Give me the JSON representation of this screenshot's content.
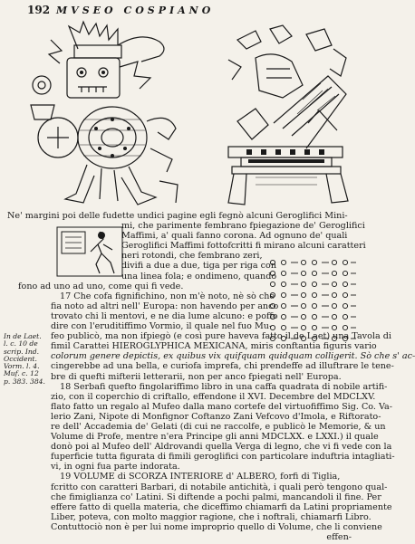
{
  "header": {
    "page_number": "192",
    "running_head": "MVSEO COSPIANO"
  },
  "margin_note": [
    "In de Laet.",
    "l. c. 10 de",
    "scrip. Ind.",
    "Occident.",
    "Vorm. l. 4.",
    "Muf. c. 12",
    "p. 383. 384."
  ],
  "lines": [
    "Ne' margini poi delle fudette undici pagine egli fegnò alcuni Geroglifici Mini-",
    "mi, che parimente fembrano fpiegazione de' Geroglifici",
    "Maffimi, a' quali fanno corona. Ad ognuno de' quali",
    "Geroglifici Maffimi fottofcritti fi mirano alcuni caratteri",
    "neri rotondi, che fembrano zeri,",
    "divifi a due a due, tiga per riga con",
    "una linea fola; e ondimeno, quando",
    "fono ad uno ad uno, come qui fi vede.",
    "17 Che cofa fignifichino, non m'è noto, nè sò che",
    "fia noto ad altri nell' Europa: non havendo per anco",
    "trovato chi li mentovi, e ne dia lume alcuno: e poffo",
    "dire con l'eruditiffimo Vormio, il quale nel fuo Mu-",
    "feo publicò, ma non ifpiegò (e così pure haveva fatto il de Laet) una Tavola di",
    "fimil Carattei HIEROGLYPHICA MEXICANA, miris conftantia figuris vario",
    "colorum genere depictis, ex quibus vix quifquam quidquam colligerit. Sò che s' ac-",
    "cingerebbe ad una bella, e curiofa imprefa, chi prendeffe ad illuftrare le tene-",
    "bre di quefti mifterii letterarii, non per anco fpiegati nell' Europa.",
    "18 Serbafi quefto fingolariffimo libro in una caffa quadrata di nobile artifi-",
    "zio, con il coperchio di criftallo, effendone il XVI. Decembre del MDCLXV.",
    "flato fatto un regalo al Mufeo dalla mano cortefe del virtuofiffimo Sig. Co. Va-",
    "lerio Zani, Nipote di Monfignor Coftanzo Zani Vefcovo d'Imola, e Riftorato-",
    "re dell' Accademia de' Gelati (di cui ne raccolfe, e publicò le Memorie, & un",
    "Volume di Profe, mentre n'era Principe gli anni MDCLXX. e LXXI.) il quale",
    "donò poi al Mufeo dell' Aldrovandi quella Verga di legno, che vi fi vede con la",
    "fuperficie tutta figurata di fimili geroglifici con particolare induftria intagliati-",
    "vi, in ogni fua parte indorata.",
    "19 VOLUME di SCORZA INTERIORE d' ALBERO, forfi di Tiglia,",
    "fcritto con caratteri Barbari, di notabile antichità, i quali però tengono qual-",
    "che fimiglianza co' Latini. Si diftende a pochi palmi, mancandoli il fine. Per",
    "effere fatto di quella materia, che diceffimo chiamarfi da Latini propriamente",
    "Liber, poteva, con molto maggior ragione, che i noftrali, chiamarfi Libro.",
    "Contuttociò non è per lui nome improprio quello di Volume, che li conviene"
  ],
  "catchword": "effen-"
}
